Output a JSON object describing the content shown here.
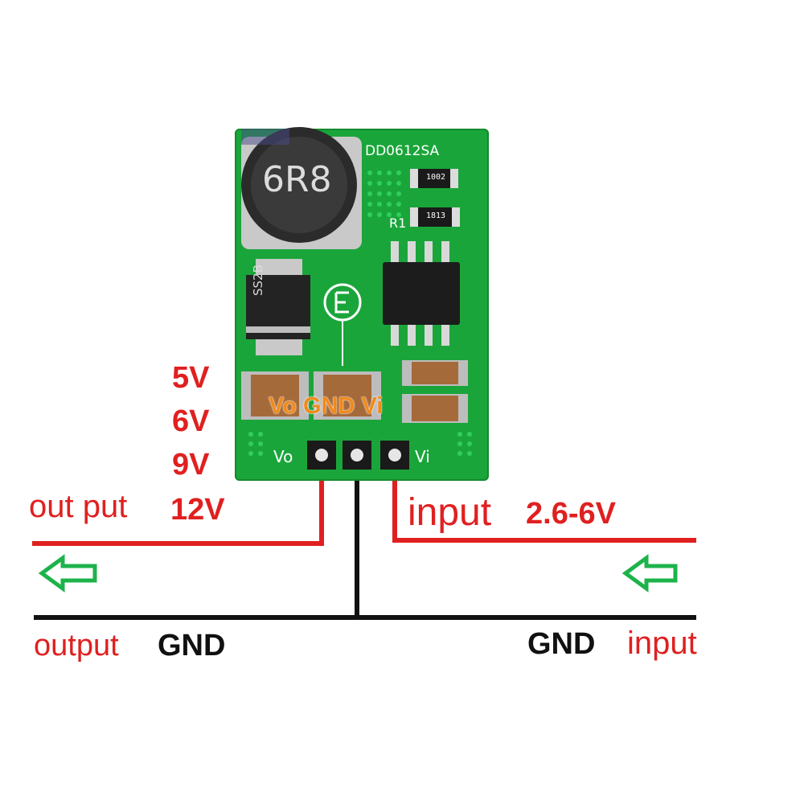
{
  "board": {
    "model": "DD0612SA",
    "inductor_marking": "6R8",
    "diode_marking": "SS2B",
    "resistor_top_marking": "1002",
    "resistor_bottom_marking": "1813",
    "resistor_label": "R1",
    "pin_label_vo": "Vo",
    "pin_label_vi": "Vi",
    "header_labels": "Vo GND Vi"
  },
  "left_labels": {
    "voltages": [
      "5V",
      "6V",
      "9V",
      "12V"
    ],
    "output": "out put",
    "output_gnd_prefix": "output",
    "output_gnd": "GND"
  },
  "right_labels": {
    "input": "input",
    "input_range": "2.6-6V",
    "input_gnd": "GND",
    "input_gnd_suffix": "input"
  },
  "colors": {
    "board": "#1aa53a",
    "power_line": "#e02020",
    "ground_line": "#111111",
    "arrow": "#1db34a",
    "header_text": "#f08a1c"
  }
}
